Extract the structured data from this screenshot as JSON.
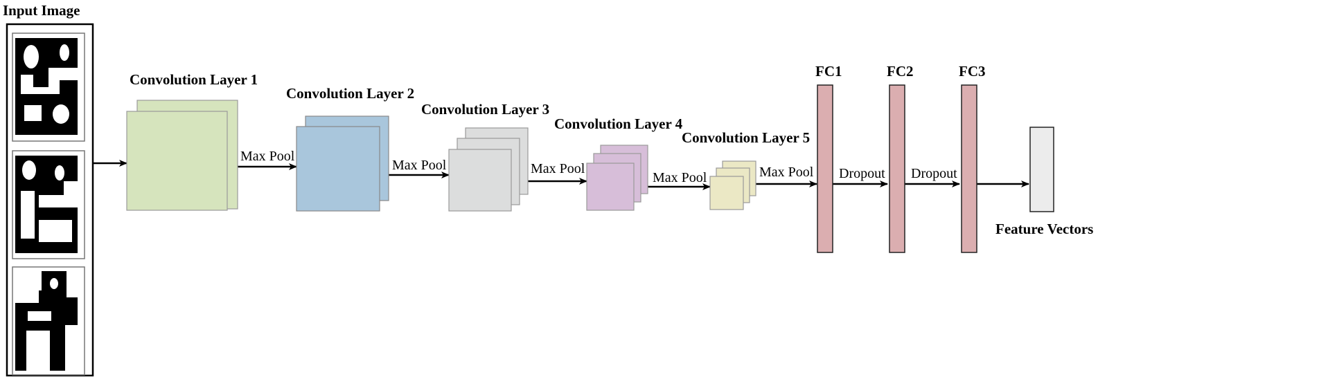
{
  "input": {
    "title": "Input Image",
    "glyphs": [
      "handwritten-glyph-1",
      "handwritten-glyph-2",
      "handwritten-glyph-3"
    ]
  },
  "layers": [
    {
      "label": "Convolution Layer 1",
      "color": "#d6e4bd",
      "pool": "Max Pool"
    },
    {
      "label": "Convolution Layer 2",
      "color": "#a9c6dc",
      "pool": "Max Pool"
    },
    {
      "label": "Convolution Layer 3",
      "color": "#dcdddd",
      "pool": "Max Pool"
    },
    {
      "label": "Convolution Layer 4",
      "color": "#d7bed9",
      "pool": "Max Pool"
    },
    {
      "label": "Convolution Layer 5",
      "color": "#ebe8c5",
      "pool": "Max Pool"
    }
  ],
  "fc": [
    {
      "label": "FC1",
      "color": "#dbaeb0"
    },
    {
      "label": "FC2",
      "color": "#dbaeb0"
    },
    {
      "label": "FC3",
      "color": "#dbaeb0"
    }
  ],
  "dropouts": [
    "Dropout",
    "Dropout"
  ],
  "output": {
    "label": "Feature Vectors",
    "color": "#ececec"
  }
}
